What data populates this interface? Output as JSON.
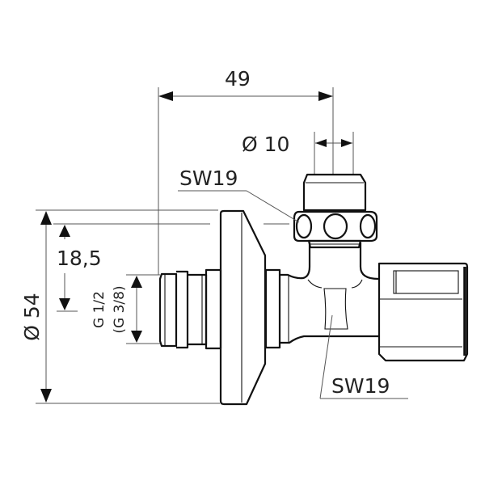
{
  "diagram": {
    "type": "technical-drawing",
    "subject": "angle valve",
    "dimensions": {
      "overall_length": "49",
      "spindle_diameter": "Ø 10",
      "flange_diameter": "Ø 54",
      "inlet_offset": "18,5",
      "thread_main": "G 1/2",
      "thread_alt": "(G 3/8)",
      "wrench_size_top": "SW19",
      "wrench_size_body": "SW19"
    },
    "colors": {
      "line": "#111111",
      "dimension": "#555555",
      "background": "#ffffff"
    }
  }
}
